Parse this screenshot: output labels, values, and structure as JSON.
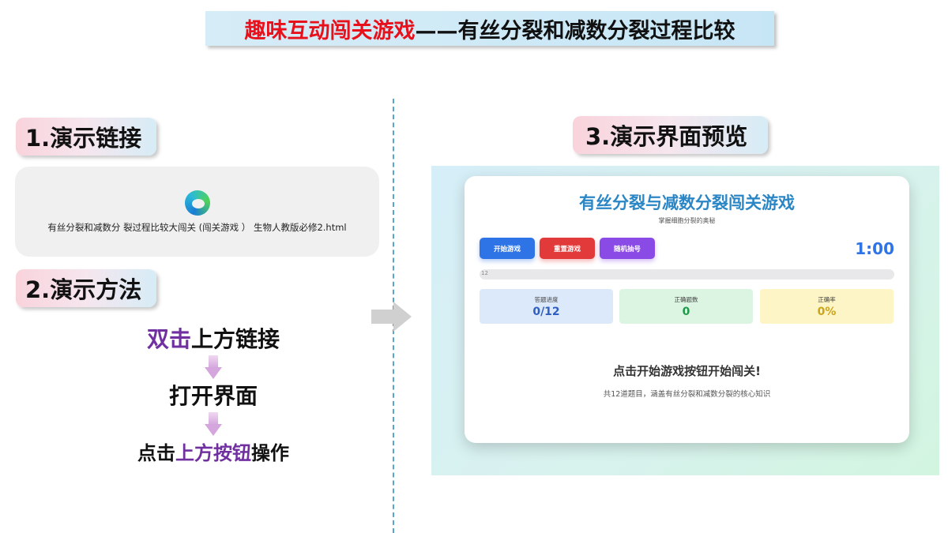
{
  "title": {
    "red_part": "趣味互动闯关游戏",
    "dark_part": "——有丝分裂和减数分裂过程比较"
  },
  "sections": {
    "demo_link": "1.演示链接",
    "demo_method": "2.演示方法",
    "demo_preview": "3.演示界面预览"
  },
  "link_file": {
    "icon": "edge-browser-icon",
    "label": "有丝分裂和减数分 裂过程比较大闯关 (闯关游戏 ） 生物人教版必修2.html"
  },
  "steps": {
    "step1_a": "双击",
    "step1_b": "上方链接",
    "step2": "打开界面",
    "step3_a": "点击",
    "step3_b": "上方按钮",
    "step3_c": "操作"
  },
  "game": {
    "title": "有丝分裂与减数分裂闯关游戏",
    "subtitle": "掌握细胞分裂的奥秘",
    "buttons": {
      "start": "开始游戏",
      "reset": "重置游戏",
      "random": "随机抽号"
    },
    "timer": "1:00",
    "progress_text": "12",
    "progress_fraction": 0,
    "stats": [
      {
        "label": "答题进度",
        "value": "0/12"
      },
      {
        "label": "正确题数",
        "value": "0"
      },
      {
        "label": "正确率",
        "value": "0%"
      }
    ],
    "prompt_main": "点击开始游戏按钮开始闯关!",
    "prompt_sub": "共12道题目，涵盖有丝分裂和减数分裂的核心知识"
  },
  "colors": {
    "title_red": "#e8101a",
    "accent_purple": "#7030a0",
    "game_blue": "#2f74e6",
    "game_red": "#e23a3a",
    "game_violet": "#8a4ae6"
  }
}
